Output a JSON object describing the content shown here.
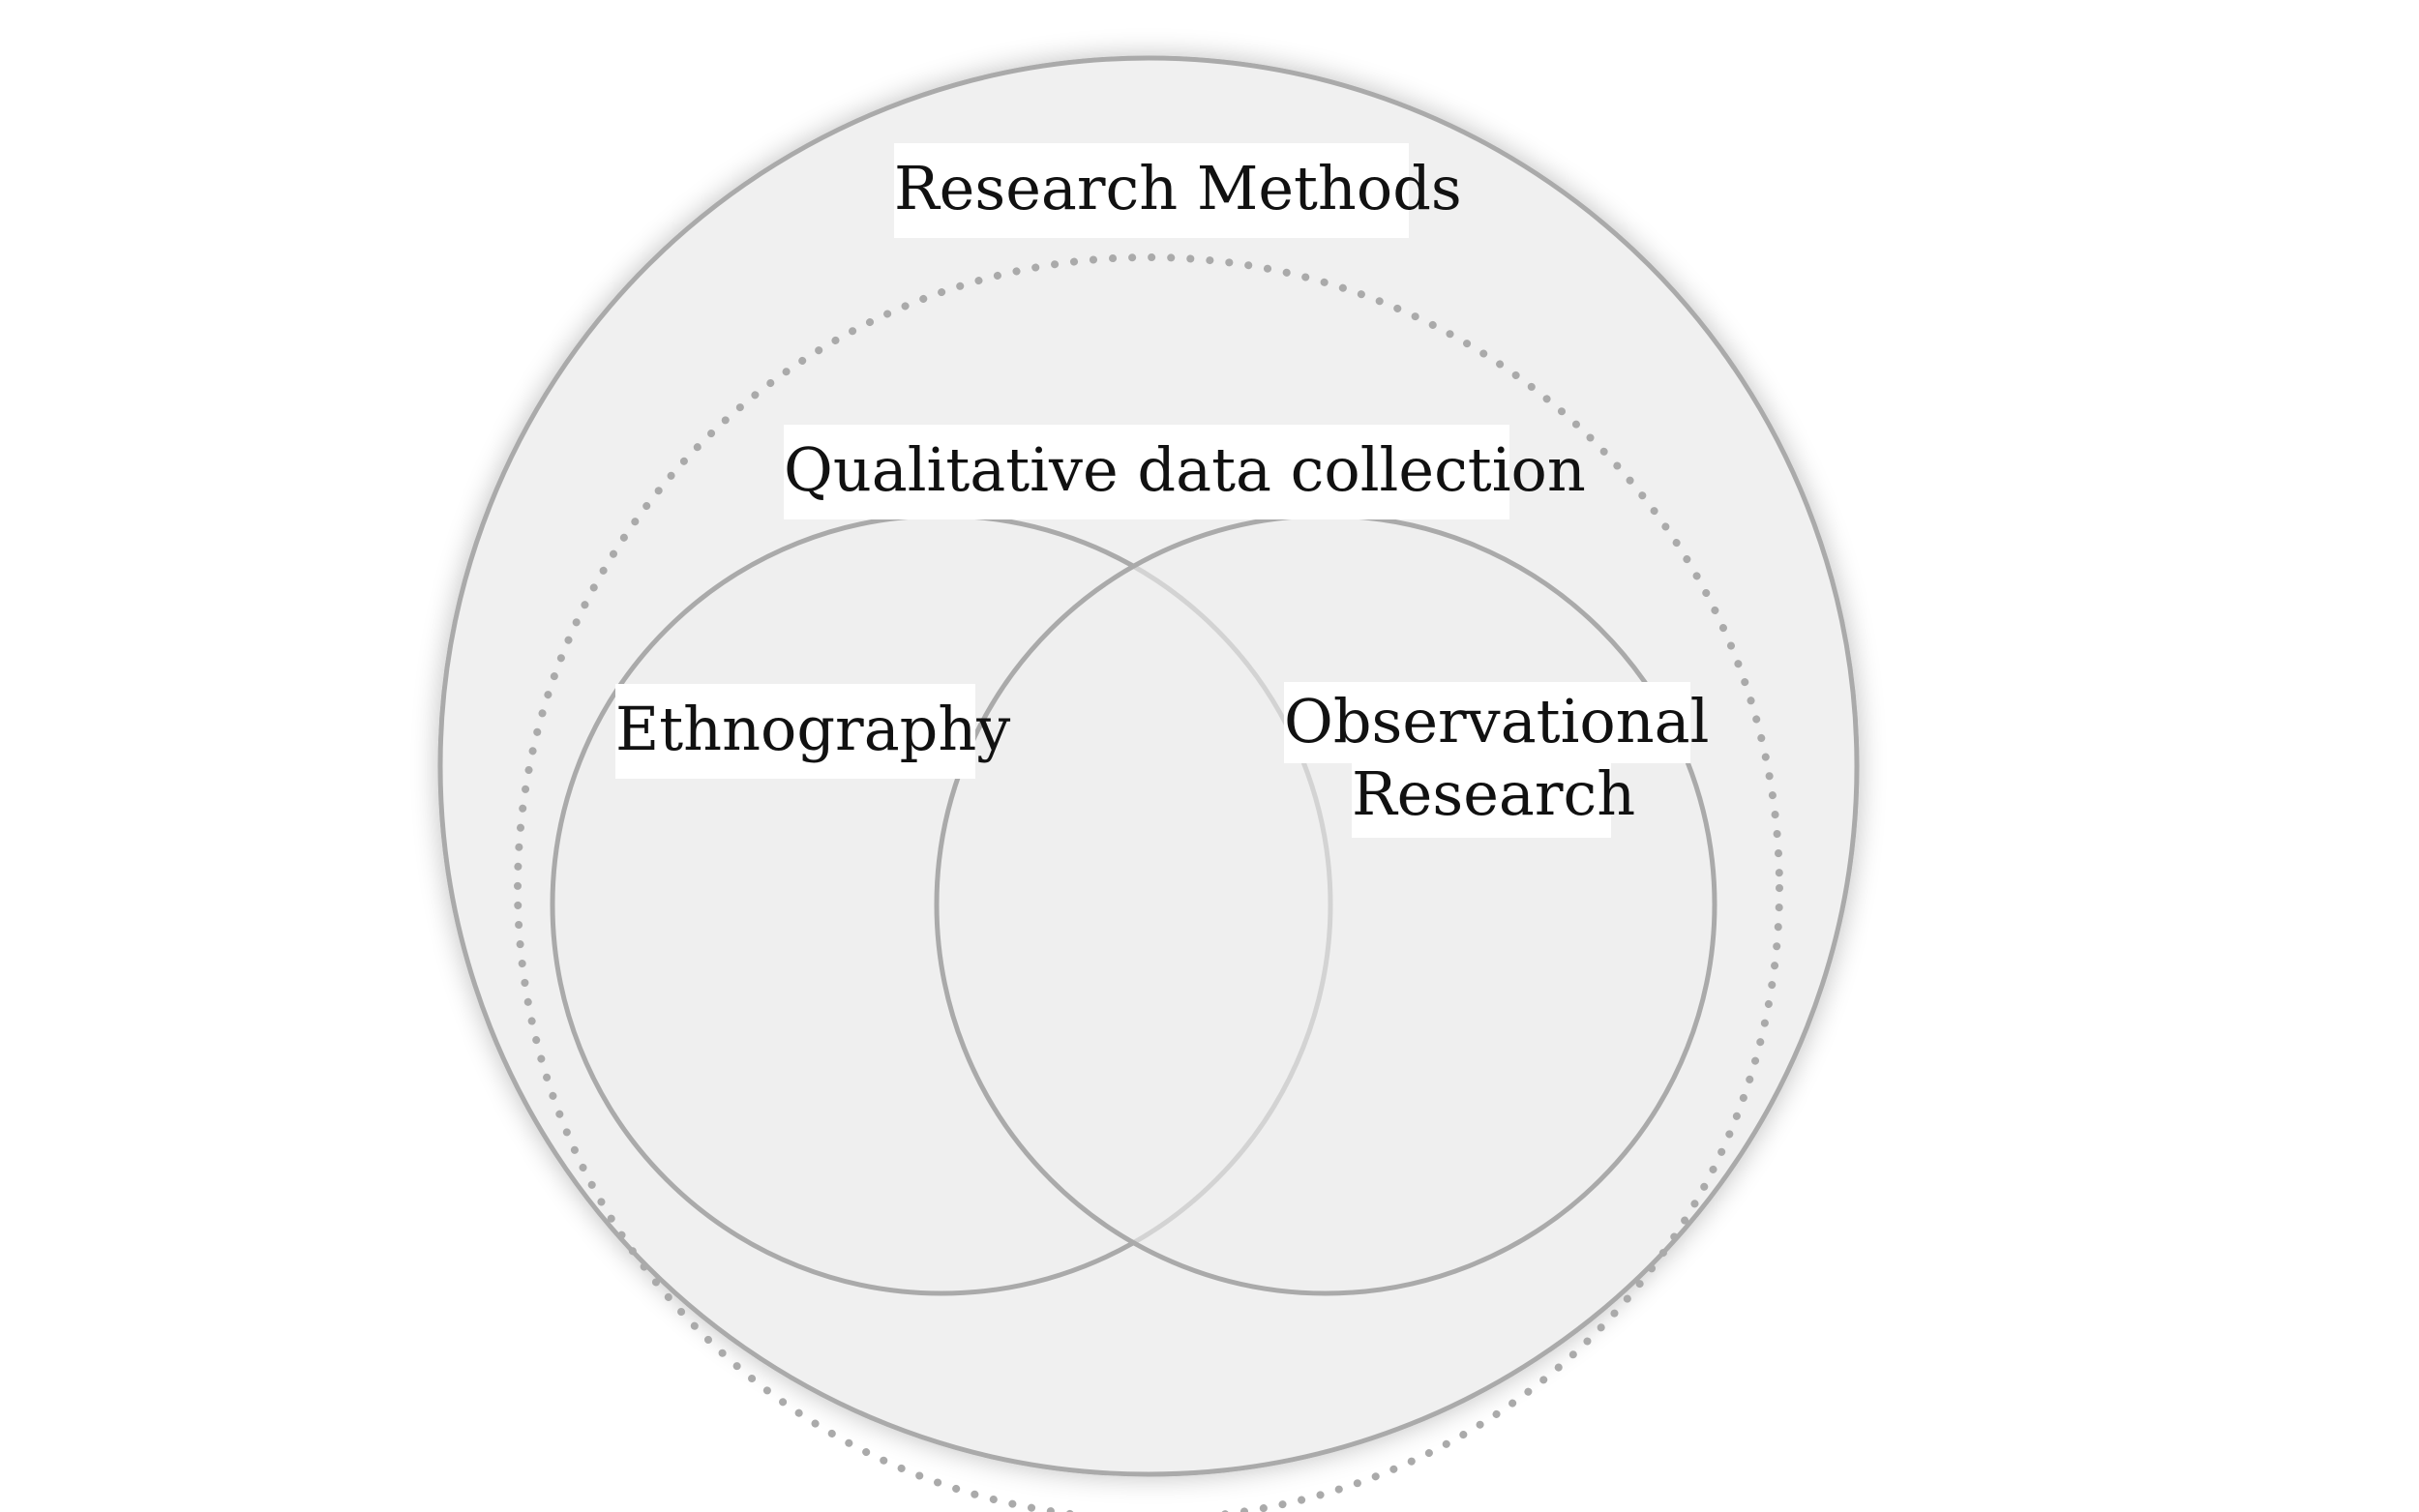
{
  "diagram": {
    "type": "nested-venn",
    "outer_set": {
      "label": "Research Methods"
    },
    "inner_set": {
      "label": "Qualitative data collection"
    },
    "overlapping_sets": [
      {
        "label": "Ethnography"
      },
      {
        "label_lines": [
          "Observational",
          "Research"
        ]
      }
    ]
  },
  "colors": {
    "background": "#ffffff",
    "fill": "#f0f0f0",
    "stroke": "#aaaaaa",
    "text": "#111111"
  }
}
